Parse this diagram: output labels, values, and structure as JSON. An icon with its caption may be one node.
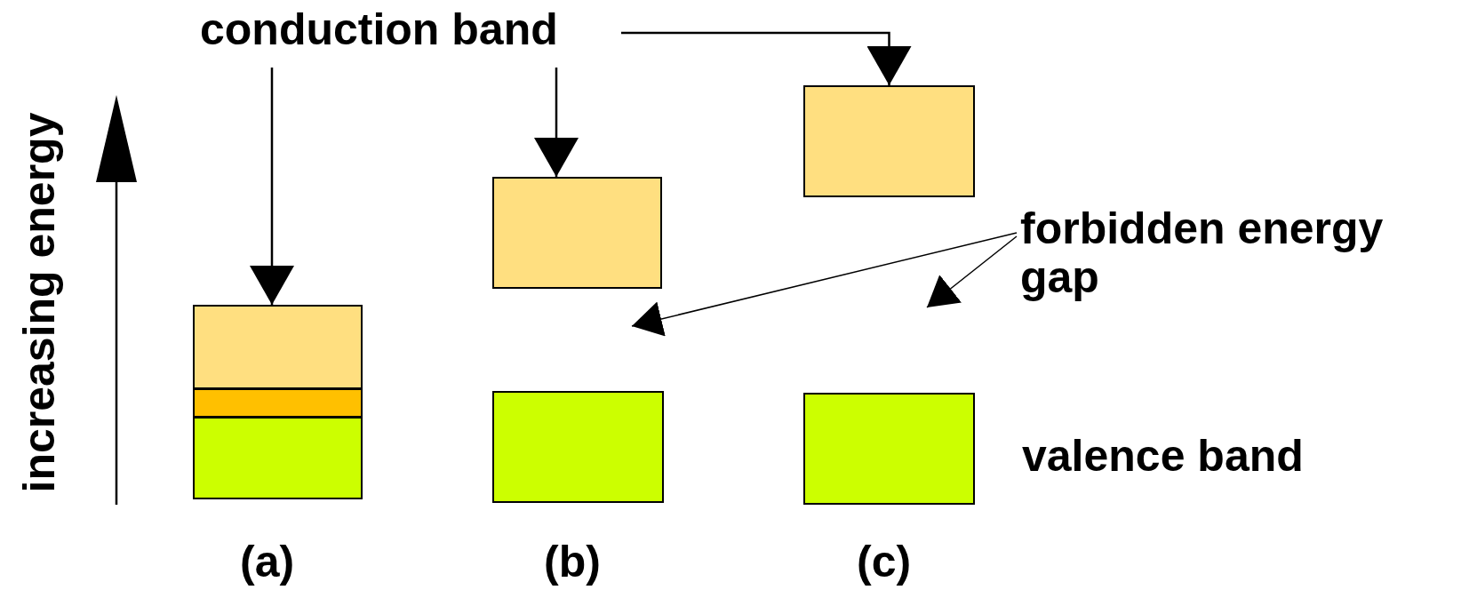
{
  "diagram": {
    "nodes": [
      {
        "text": [
          "conduction band"
        ]
      },
      {
        "text": [],
        "shape": "box"
      },
      {
        "text": [],
        "shape": "box"
      },
      {
        "text": [],
        "shape": "box"
      },
      {
        "text": [],
        "shape": "box"
      },
      {
        "text": [],
        "shape": "box"
      },
      {
        "text": [],
        "shape": "box"
      },
      {
        "text": [],
        "shape": "box"
      },
      {
        "text": [
          "forbidden energy gap"
        ]
      }
    ],
    "edges": [
      {
        "from": 0,
        "to": 1,
        "arrow": "to"
      },
      {
        "from": 0,
        "to": 4,
        "arrow": "to"
      },
      {
        "from": 0,
        "to": 6,
        "arrow": "to"
      },
      {
        "from": 8,
        "to": null,
        "arrow": "to"
      },
      {
        "from": 8,
        "to": null,
        "arrow": "to"
      }
    ],
    "labels": [
      "increasing energy",
      "valence band",
      "(a)",
      "(b)",
      "(c)"
    ]
  }
}
